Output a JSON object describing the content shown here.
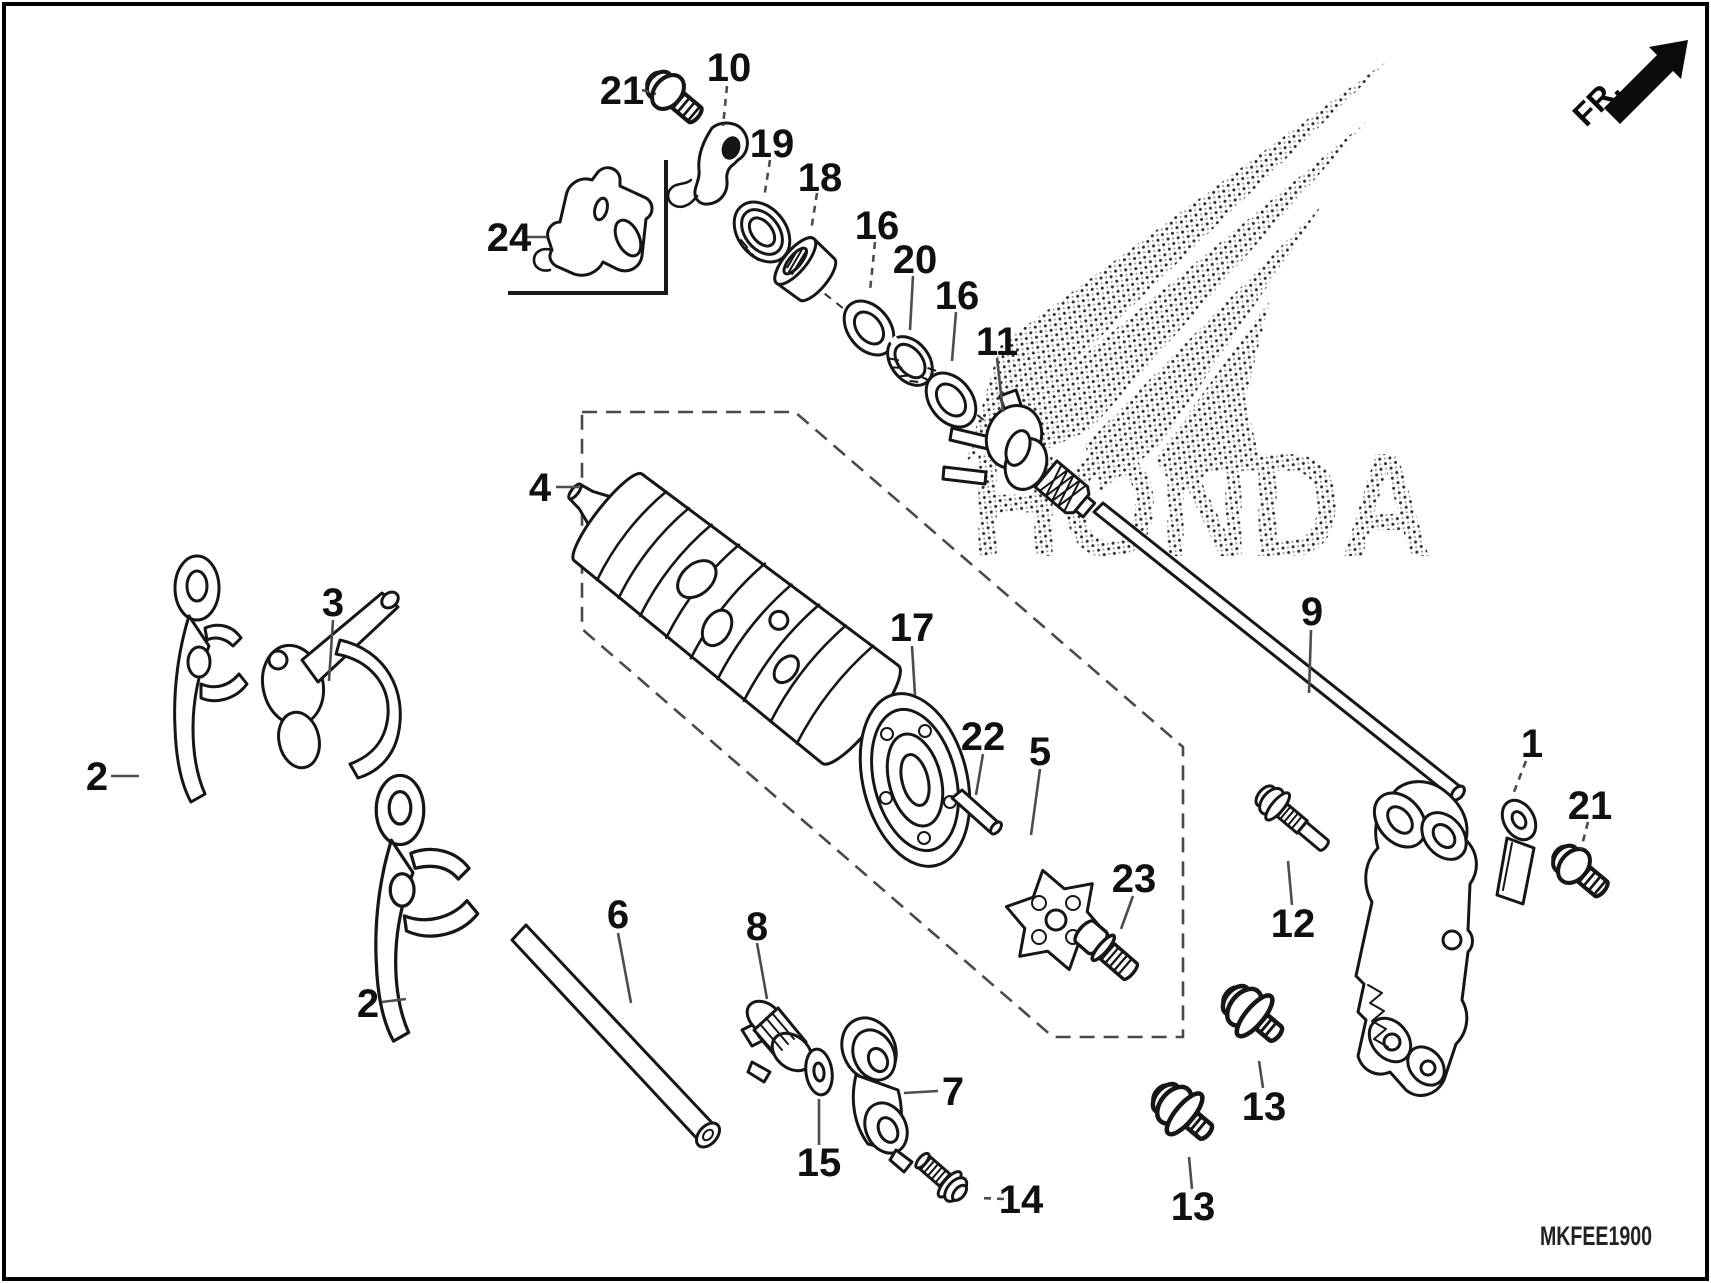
{
  "diagram": {
    "type": "exploded-parts-diagram",
    "part_code": "MKFEE1900",
    "direction_indicator": "FR.",
    "brand_watermark": "HONDA",
    "callouts": [
      "21",
      "10",
      "19",
      "18",
      "16",
      "20",
      "16",
      "11",
      "24",
      "4",
      "2",
      "3",
      "2",
      "6",
      "8",
      "15",
      "7",
      "14",
      "17",
      "22",
      "5",
      "23",
      "9",
      "12",
      "1",
      "21",
      "13",
      "13"
    ],
    "colors": {
      "background": "#ffffff",
      "line_art": "#161616",
      "leader_line": "#4d4d4d",
      "halftone_dark": "#2e2e2e",
      "halftone_light": "#989898",
      "border": "#000000"
    }
  }
}
